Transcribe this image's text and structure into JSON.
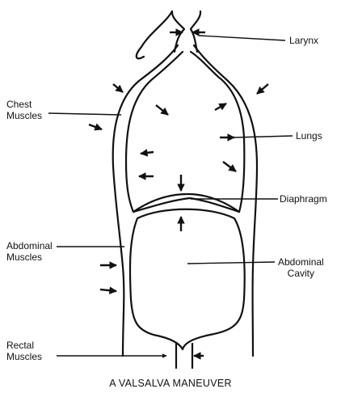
{
  "labels": {
    "larynx": "Larynx",
    "chest_muscles_1": "Chest",
    "chest_muscles_2": "Muscles",
    "lungs": "Lungs",
    "diaphragm": "Diaphragm",
    "abdominal_muscles_1": "Abdominal",
    "abdominal_muscles_2": "Muscles",
    "abdominal_cavity_1": "Abdominal",
    "abdominal_cavity_2": "Cavity",
    "rectal_muscles_1": "Rectal",
    "rectal_muscles_2": "Muscles"
  },
  "caption": "A VALSALVA MANEUVER",
  "colors": {
    "ink": "#111111",
    "background": "#ffffff"
  }
}
